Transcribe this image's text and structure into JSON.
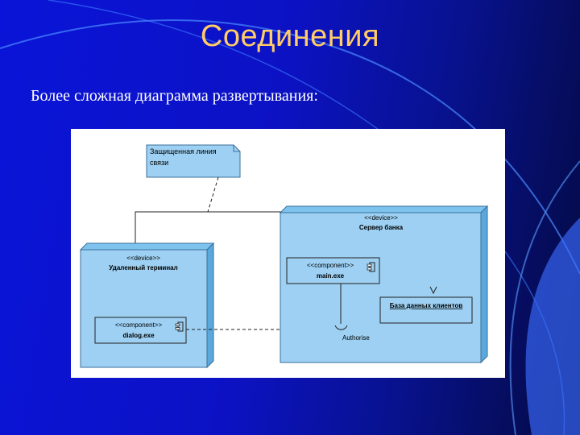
{
  "slide": {
    "title": "Соединения",
    "subtitle": "Более сложная диаграмма развертывания:"
  },
  "diagram": {
    "note": {
      "line1": "Защищенная линия",
      "line2": "связи"
    },
    "nodes": [
      {
        "stereotype": "<<device>>",
        "name": "Удаленный терминал"
      },
      {
        "stereotype": "<<device>>",
        "name": "Сервер банка"
      }
    ],
    "components": [
      {
        "stereotype": "<<component>>",
        "name": "dialog.exe"
      },
      {
        "stereotype": "<<component>>",
        "name": "main.exe"
      }
    ],
    "database": "База данных клиентов",
    "interface": "Authorise"
  }
}
